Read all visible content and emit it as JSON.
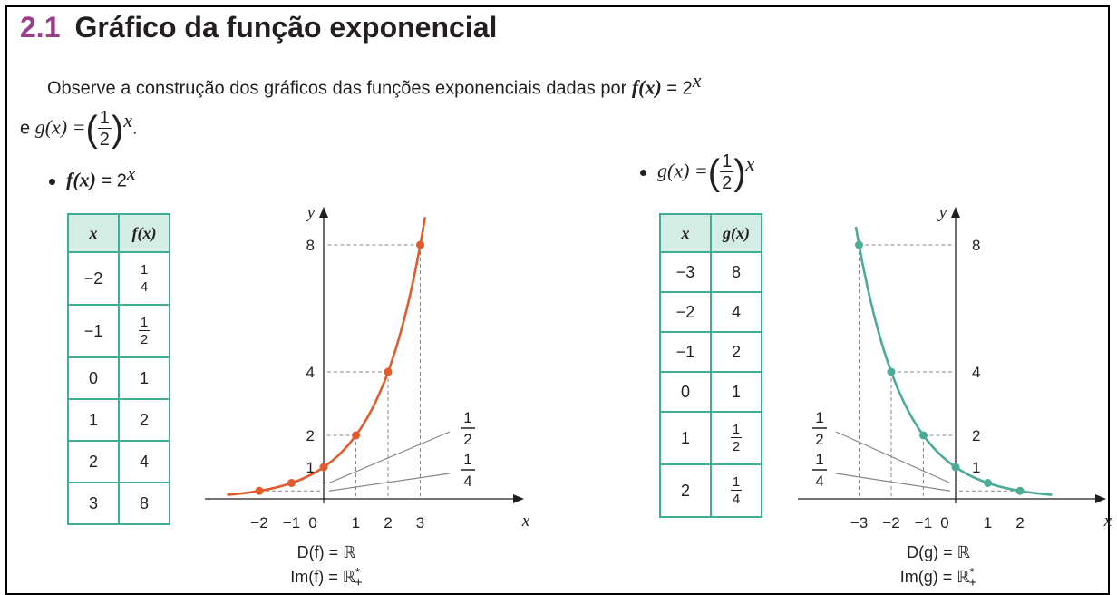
{
  "section": {
    "number": "2.1",
    "title": "Gráfico da função exponencial"
  },
  "intro": {
    "text": "Observe a construção dos gráficos das funções exponenciais dadas por",
    "f_name": "f(x)",
    "f_rhs": "= 2",
    "exp": "x",
    "e_word": "e",
    "g_name": "g(x) =",
    "frac_num": "1",
    "frac_den": "2",
    "period": "."
  },
  "f": {
    "label": "f(x)",
    "rhs": "= 2",
    "exp": "x",
    "table": {
      "headers": [
        "x",
        "f(x)"
      ],
      "rows": [
        {
          "x": "−2",
          "v": "",
          "vn": "1",
          "vd": "4"
        },
        {
          "x": "−1",
          "v": "",
          "vn": "1",
          "vd": "2"
        },
        {
          "x": "0",
          "v": "1"
        },
        {
          "x": "1",
          "v": "2"
        },
        {
          "x": "2",
          "v": "4"
        },
        {
          "x": "3",
          "v": "8"
        }
      ]
    },
    "domain": "D(f) = ℝ",
    "image": "Im(f) = ℝ",
    "image_sup": "*",
    "image_sub": "+"
  },
  "g": {
    "label": "g(x) =",
    "frac_num": "1",
    "frac_den": "2",
    "exp": "x",
    "table": {
      "headers": [
        "x",
        "g(x)"
      ],
      "rows": [
        {
          "x": "−3",
          "v": "8"
        },
        {
          "x": "−2",
          "v": "4"
        },
        {
          "x": "−1",
          "v": "2"
        },
        {
          "x": "0",
          "v": "1"
        },
        {
          "x": "1",
          "v": "",
          "vn": "1",
          "vd": "2"
        },
        {
          "x": "2",
          "v": "",
          "vn": "1",
          "vd": "4"
        }
      ]
    },
    "domain": "D(g) = ℝ",
    "image": "Im(g) = ℝ",
    "image_sup": "*",
    "image_sub": "+"
  },
  "chart_data": [
    {
      "type": "line",
      "function": "f(x) = 2^x",
      "points": [
        [
          -2,
          0.25
        ],
        [
          -1,
          0.5
        ],
        [
          0,
          1
        ],
        [
          1,
          2
        ],
        [
          2,
          4
        ],
        [
          3,
          8
        ]
      ],
      "xlabel": "x",
      "ylabel": "y",
      "x_ticks": [
        "−2",
        "−1",
        "0",
        "1",
        "2",
        "3"
      ],
      "y_ticks": [
        "1",
        "2",
        "4",
        "8"
      ],
      "annotations": [
        {
          "num": "1",
          "den": "2"
        },
        {
          "num": "1",
          "den": "4"
        }
      ],
      "color": "#e35a2b"
    },
    {
      "type": "line",
      "function": "g(x) = (1/2)^x",
      "points": [
        [
          -3,
          8
        ],
        [
          -2,
          4
        ],
        [
          -1,
          2
        ],
        [
          0,
          1
        ],
        [
          1,
          0.5
        ],
        [
          2,
          0.25
        ]
      ],
      "xlabel": "x",
      "ylabel": "y",
      "x_ticks": [
        "−3",
        "−2",
        "−1",
        "0",
        "1",
        "2"
      ],
      "y_ticks": [
        "1",
        "2",
        "4",
        "8"
      ],
      "annotations": [
        {
          "num": "1",
          "den": "2"
        },
        {
          "num": "1",
          "den": "4"
        }
      ],
      "color": "#4aab97"
    }
  ]
}
